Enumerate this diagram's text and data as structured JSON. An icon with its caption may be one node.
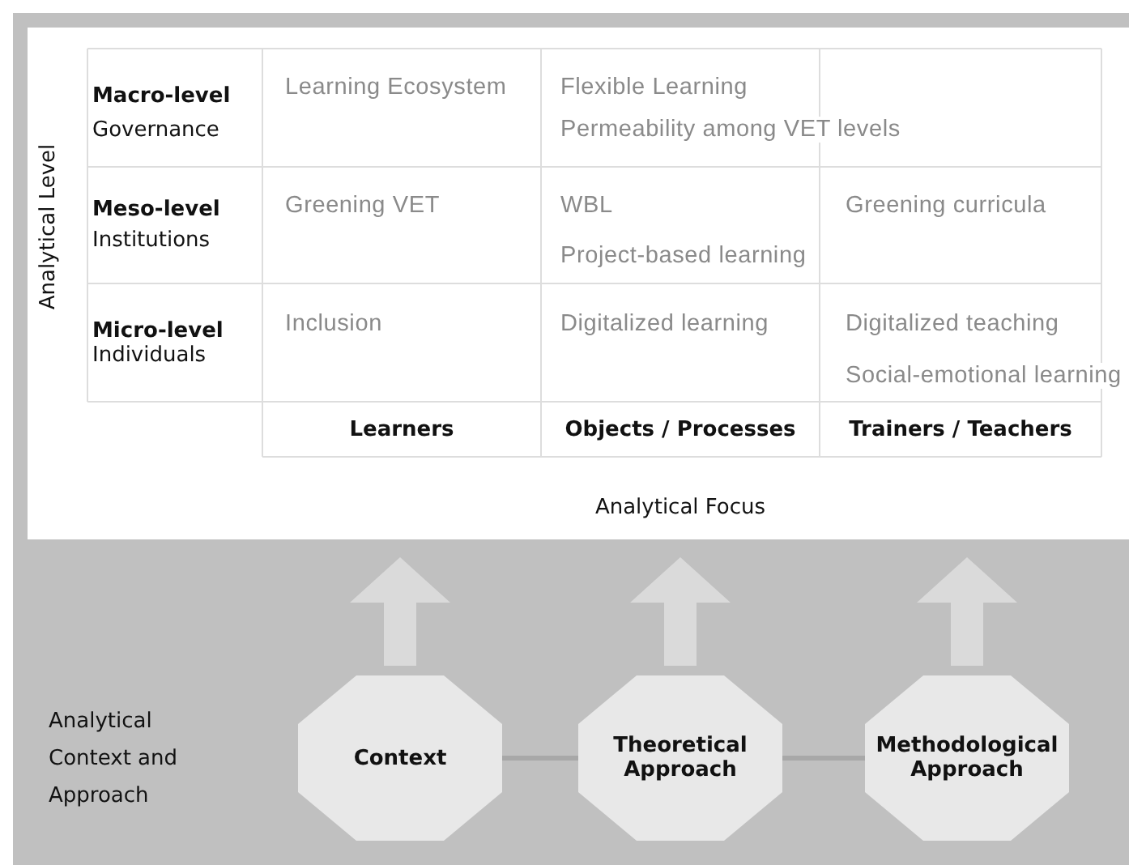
{
  "diagram": {
    "nodes": [
      {
        "text": [
          "Context"
        ]
      },
      {
        "text": [
          "Theoretical Approach"
        ]
      },
      {
        "text": [
          "Methodological Approach"
        ]
      }
    ],
    "edges": [
      {
        "from": 0,
        "to": 1,
        "arrow": "none"
      },
      {
        "from": 1,
        "to": 2,
        "arrow": "none"
      },
      {
        "from": 0,
        "to": null,
        "arrow": "to"
      },
      {
        "from": 1,
        "to": null,
        "arrow": "to"
      },
      {
        "from": 2,
        "to": null,
        "arrow": "to"
      }
    ],
    "labels": [
      "Analytical Level",
      "Macro-level",
      "Governance",
      "Learning Ecosystem",
      "Flexible Learning",
      "Permeability among VET levels",
      "Meso-level",
      "Institutions",
      "Greening VET",
      "WBL",
      "Project-based learning",
      "Greening curricula",
      "Micro-level",
      "Individuals",
      "Inclusion",
      "Digitalized learning",
      "Digitalized teaching",
      "Social-emotional learning",
      "Learners",
      "Objects / Processes",
      "Trainers / Teachers",
      "Analytical Focus",
      "Analytical Context and Approach"
    ]
  }
}
